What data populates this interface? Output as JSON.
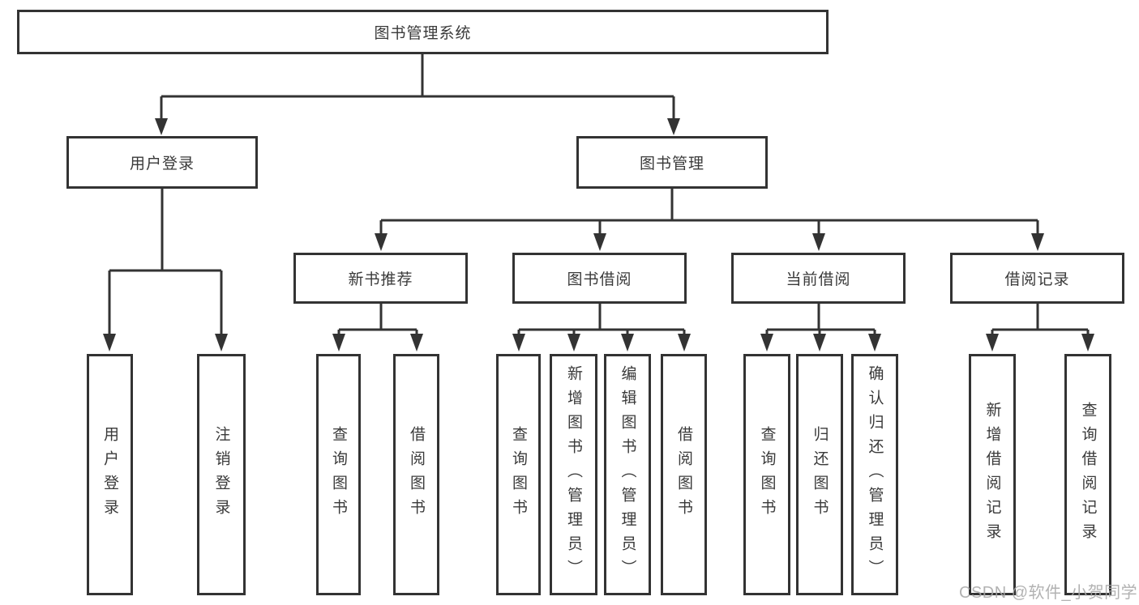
{
  "diagram": {
    "type": "hierarchy-tree",
    "title": "图书管理系统",
    "colors": {
      "line": "#333333",
      "box_border": "#333333",
      "text": "#3a3a3a",
      "background": "#ffffff",
      "watermark_text": "#a8a8a8"
    },
    "nodes": {
      "root": "图书管理系统",
      "user_login": "用户登录",
      "book_mgmt": "图书管理",
      "new_book_rec": "新书推荐",
      "book_borrow": "图书借阅",
      "current_borrow": "当前借阅",
      "borrow_records": "借阅记录",
      "leaf_user_login": "用户登录",
      "leaf_logout": "注销登录",
      "leaf_rec_query": "查询图书",
      "leaf_rec_borrow": "借阅图书",
      "leaf_bb_query": "查询图书",
      "leaf_bb_add": "新增图书（管理员）",
      "leaf_bb_edit": "编辑图书（管理员）",
      "leaf_bb_borrow": "借阅图书",
      "leaf_cb_query": "查询图书",
      "leaf_cb_return": "归还图书",
      "leaf_cb_confirm": "确认归还（管理员）",
      "leaf_br_add": "新增借阅记录",
      "leaf_br_query": "查询借阅记录"
    },
    "hierarchy": {
      "图书管理系统": {
        "用户登录": [
          "用户登录",
          "注销登录"
        ],
        "图书管理": {
          "新书推荐": [
            "查询图书",
            "借阅图书"
          ],
          "图书借阅": [
            "查询图书",
            "新增图书（管理员）",
            "编辑图书（管理员）",
            "借阅图书"
          ],
          "当前借阅": [
            "查询图书",
            "归还图书",
            "确认归还（管理员）"
          ],
          "借阅记录": [
            "新增借阅记录",
            "查询借阅记录"
          ]
        }
      }
    },
    "watermark": "CSDN @软件_小贺同学"
  }
}
